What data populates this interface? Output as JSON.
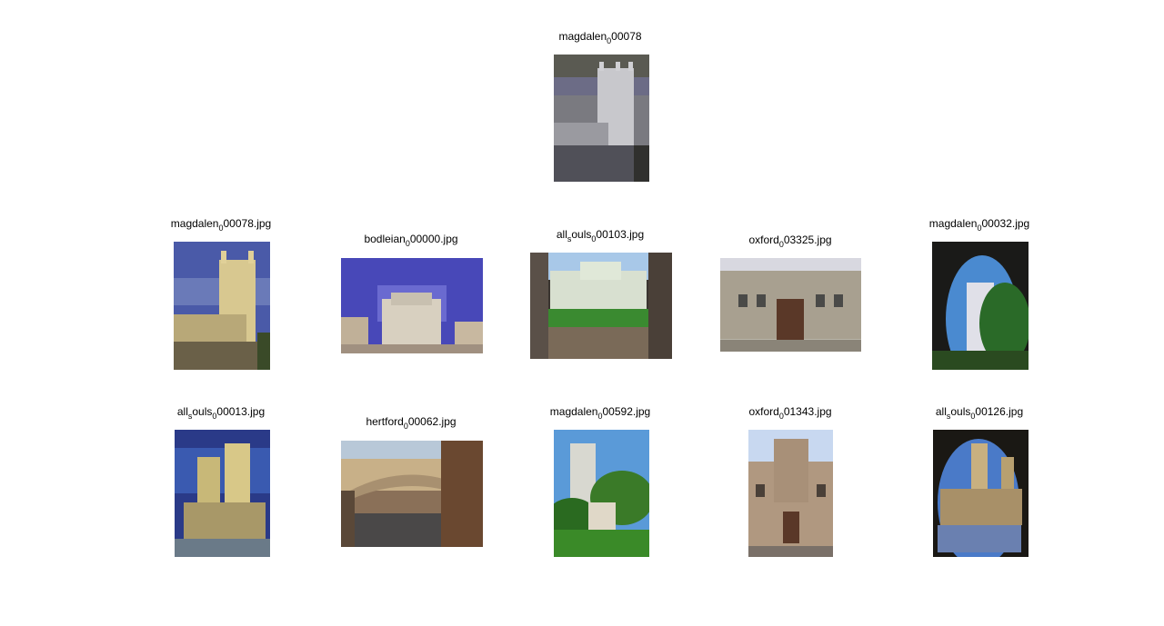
{
  "query": {
    "caption": {
      "a": "magdalen",
      "s": "0",
      "b": "00078"
    },
    "icon": "query-image-tower-grayscale"
  },
  "results": [
    {
      "caption": {
        "a": "magdalen",
        "s": "0",
        "b": "00078.jpg"
      },
      "icon": "tower-image"
    },
    {
      "caption": {
        "a": "bodleian",
        "s": "0",
        "b": "00000.jpg"
      },
      "icon": "building-image"
    },
    {
      "caption": {
        "a": "all",
        "s": "s",
        "b": "ouls",
        "s2": "0",
        "c": "00103.jpg"
      },
      "icon": "courtyard-image"
    },
    {
      "caption": {
        "a": "oxford",
        "s": "0",
        "b": "03325.jpg"
      },
      "icon": "facade-image"
    },
    {
      "caption": {
        "a": "magdalen",
        "s": "0",
        "b": "00032.jpg"
      },
      "icon": "arch-tower-image"
    },
    {
      "caption": {
        "a": "all",
        "s": "s",
        "b": "ouls",
        "s2": "0",
        "c": "00013.jpg"
      },
      "icon": "towers-image"
    },
    {
      "caption": {
        "a": "hertford",
        "s": "0",
        "b": "00062.jpg"
      },
      "icon": "bridge-image"
    },
    {
      "caption": {
        "a": "magdalen",
        "s": "0",
        "b": "00592.jpg"
      },
      "icon": "tower-trees-image"
    },
    {
      "caption": {
        "a": "oxford",
        "s": "0",
        "b": "01343.jpg"
      },
      "icon": "gate-image"
    },
    {
      "caption": {
        "a": "all",
        "s": "s",
        "b": "ouls",
        "s2": "0",
        "c": "00126.jpg"
      },
      "icon": "arch-view-image"
    }
  ]
}
